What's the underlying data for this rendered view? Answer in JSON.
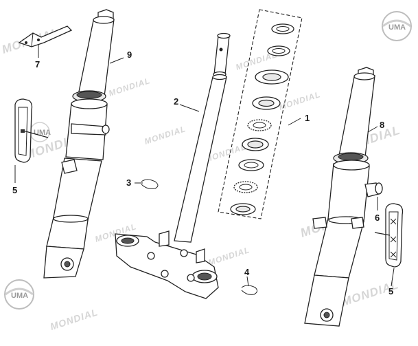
{
  "callouts": {
    "c1": "1",
    "c2": "2",
    "c3": "3",
    "c4": "4",
    "c5_left": "5",
    "c5_right": "5",
    "c6": "6",
    "c7": "7",
    "c8": "8",
    "c9": "9"
  },
  "watermarks": {
    "mondial": "MONDIAL",
    "uma": "UMA"
  },
  "colors": {
    "line": "#222222",
    "watermark": "#d6d6d6",
    "background": "#ffffff"
  }
}
